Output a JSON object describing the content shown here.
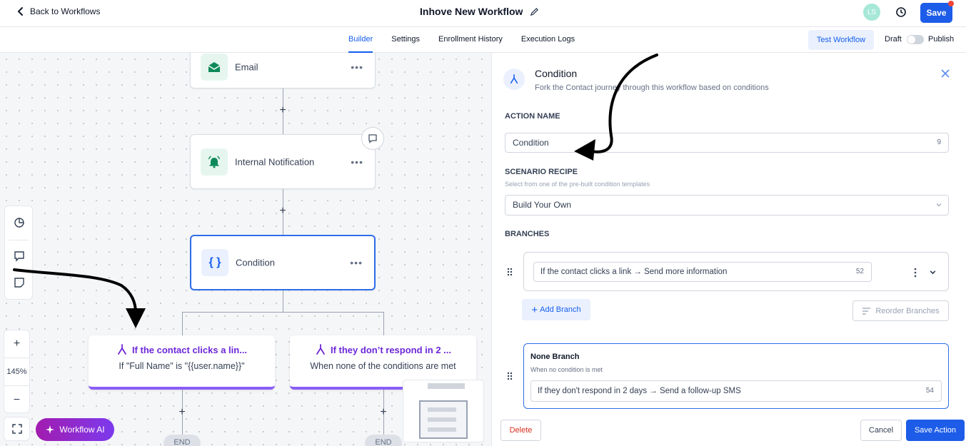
{
  "header": {
    "back_label": "Back to Workflows",
    "workflow_title": "Inhove New Workflow",
    "avatar_initials": "LS",
    "save_label": "Save"
  },
  "tabs": [
    {
      "label": "Builder",
      "active": true
    },
    {
      "label": "Settings",
      "active": false
    },
    {
      "label": "Enrollment History",
      "active": false
    },
    {
      "label": "Execution Logs",
      "active": false
    }
  ],
  "toolbar": {
    "test_label": "Test Workflow",
    "draft_label": "Draft",
    "publish_label": "Publish"
  },
  "canvas": {
    "nodes": [
      {
        "label": "Email",
        "icon": "mail-open-icon"
      },
      {
        "label": "Internal Notification",
        "icon": "bell-icon"
      },
      {
        "label": "Condition",
        "icon": "braces-icon"
      }
    ],
    "branches": [
      {
        "title": "If the contact clicks a lin...",
        "subtitle": "If \"Full Name\" is \"{{user.name}}\""
      },
      {
        "title": "If they don’t respond in 2 ...",
        "subtitle": "When none of the conditions are met"
      }
    ],
    "end_label": "END",
    "zoom_level": "145%",
    "zoom_in_label": "+",
    "zoom_out_label": "−",
    "ai_label": "Workflow AI"
  },
  "panel": {
    "title": "Condition",
    "subtitle": "Fork the Contact journey through this workflow based on conditions",
    "action_name_heading": "ACTION NAME",
    "action_name_value": "Condition",
    "action_name_count": "9",
    "recipe_heading": "SCENARIO RECIPE",
    "recipe_hint": "Select from one of the pre-built condition templates",
    "recipe_value": "Build Your Own",
    "branches_heading": "BRANCHES",
    "branch_1_value": "If the contact clicks a link → Send more information",
    "branch_1_count": "52",
    "add_branch_label": "Add Branch",
    "reorder_label": "Reorder Branches",
    "none_title": "None Branch",
    "none_hint": "When no condition is met",
    "none_value": "If they don't respond in 2 days → Send a follow-up SMS",
    "none_count": "54",
    "delete_label": "Delete",
    "cancel_label": "Cancel",
    "save_action_label": "Save Action"
  },
  "colors": {
    "primary": "#1d5ce8",
    "branch_accent": "#8b5cf6",
    "delete": "#d92d20"
  }
}
